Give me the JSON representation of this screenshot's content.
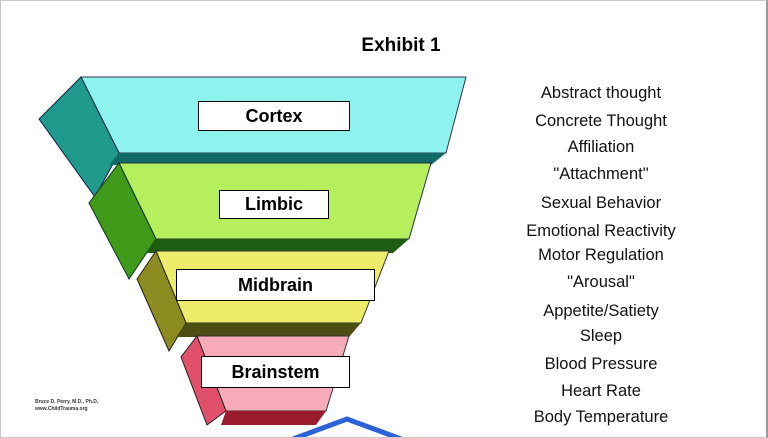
{
  "title": "Exhibit 1",
  "layers": [
    {
      "label": "Cortex",
      "color": "#8ef2ee"
    },
    {
      "label": "Limbic",
      "color": "#b6ef5e"
    },
    {
      "label": "Midbrain",
      "color": "#ecec6a"
    },
    {
      "label": "Brainstem",
      "color": "#f7aab8"
    }
  ],
  "functions": [
    "Abstract thought",
    "Concrete Thought",
    "Affiliation",
    "\"Attachment\"",
    "Sexual Behavior",
    "Emotional Reactivity",
    "Motor Regulation",
    "\"Arousal\"",
    "Appetite/Satiety",
    "Sleep",
    "Blood Pressure",
    "Heart Rate",
    "Body Temperature"
  ],
  "credit": {
    "line1": "Bruce D. Perry, M.D., Ph.D.",
    "line2": "www.ChildTrauma.org"
  }
}
